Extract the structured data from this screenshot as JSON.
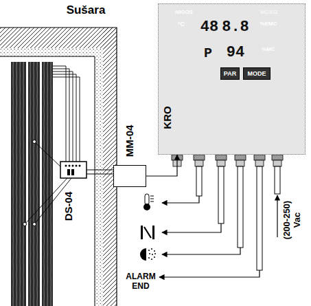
{
  "diagram": {
    "nodes": [
      {
        "text": [
          "Sušara"
        ]
      },
      {
        "text": [
          "DS-04"
        ],
        "in": 0
      },
      {
        "text": [
          "MM-04"
        ]
      },
      {
        "text": [
          "KRO"
        ]
      },
      {
        "text": [
          "PAR"
        ],
        "in": 3
      },
      {
        "text": [
          "MODE"
        ],
        "in": 3
      }
    ],
    "edges": [
      {
        "from": 1,
        "to": 2,
        "arrow": "none"
      },
      {
        "from": 2,
        "to": 3,
        "arrow": "to"
      }
    ],
    "labels": [
      "NIGOS",
      "MC-612",
      "°C",
      "48",
      "8.8",
      "%EMC",
      "P",
      "94",
      "%MC",
      "ALARM END",
      "(200-250) Vac"
    ]
  }
}
